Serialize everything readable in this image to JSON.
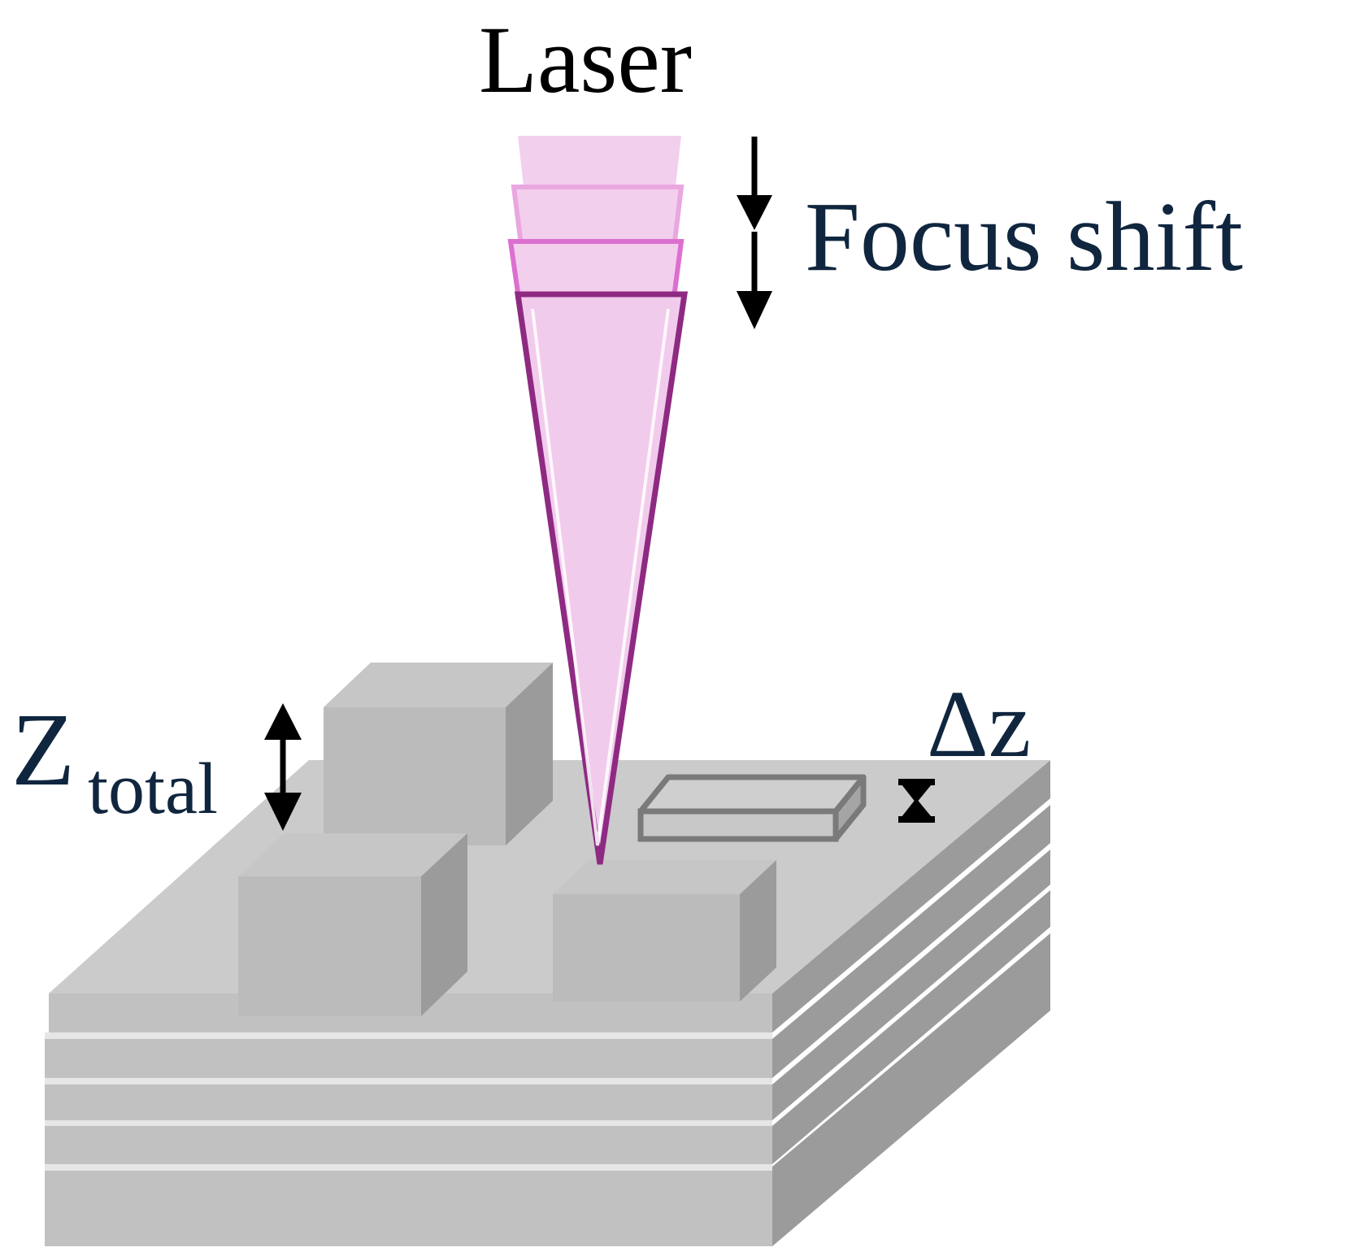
{
  "labels": {
    "laser": "Laser",
    "focus_shift": "Focus shift",
    "z_main": "Z",
    "z_sub": "total",
    "delta_z": "Δz"
  },
  "colors": {
    "text_laser": "#000000",
    "text_navy": "#10263f",
    "beam_fill": "#f3cfee",
    "beam_outline_light": "#e58fd9",
    "beam_outline_mid": "#d85fca",
    "beam_outline_dark": "#8e2a82",
    "part_top": "#cbcbcb",
    "part_front": "#c1c1c1",
    "part_side": "#9b9b9b",
    "layer_gap": "#e6e6e6",
    "outline_gray": "#7a7a7a",
    "arrow": "#000000"
  }
}
